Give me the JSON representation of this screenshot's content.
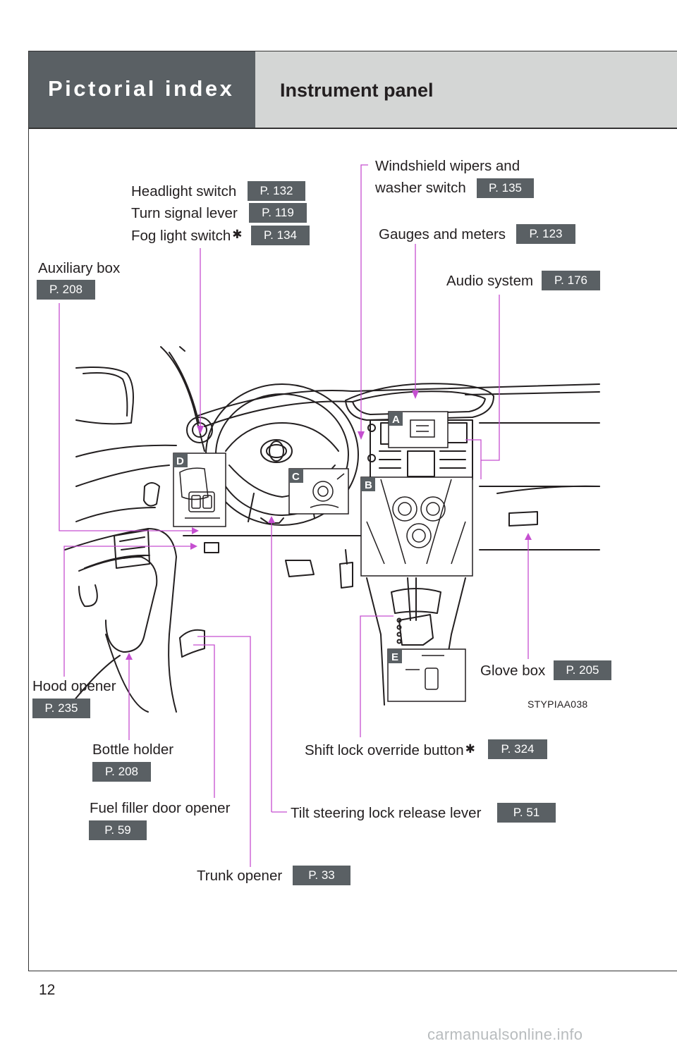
{
  "header": {
    "section": "Pictorial index",
    "title": "Instrument panel"
  },
  "labels": {
    "headlight": {
      "text": "Headlight switch",
      "page": "P. 132"
    },
    "turn_signal": {
      "text": "Turn signal lever",
      "page": "P. 119"
    },
    "fog_light": {
      "text": "Fog light switch",
      "asterisk": "✱",
      "page": "P. 134"
    },
    "wipers_line1": "Windshield wipers and",
    "wipers": {
      "text": "washer switch",
      "page": "P. 135"
    },
    "gauges": {
      "text": "Gauges and meters",
      "page": "P. 123"
    },
    "audio": {
      "text": "Audio system",
      "page": "P. 176"
    },
    "auxiliary_box": {
      "text": "Auxiliary box",
      "page": "P. 208"
    },
    "hood_opener": {
      "text": "Hood opener",
      "page": "P. 235"
    },
    "glove_box": {
      "text": "Glove box",
      "page": "P. 205"
    },
    "bottle_holder": {
      "text": "Bottle holder",
      "page": "P. 208"
    },
    "shift_lock": {
      "text": "Shift lock override button",
      "asterisk": "✱",
      "page": "P. 324"
    },
    "fuel_filler": {
      "text": "Fuel filler door opener",
      "page": "P. 59"
    },
    "tilt_steering": {
      "text": "Tilt steering lock release lever",
      "page": "P. 51"
    },
    "trunk_opener": {
      "text": "Trunk opener",
      "page": "P. 33"
    }
  },
  "callouts": [
    "A",
    "B",
    "C",
    "D",
    "E"
  ],
  "image_code": "STYPIAA038",
  "page_number": "12",
  "watermark": "carmanualsonline.info",
  "colors": {
    "header_dark": "#5a6064",
    "header_light": "#d4d6d5",
    "leader": "#c54fd0",
    "page_badge": "#5a6064"
  }
}
